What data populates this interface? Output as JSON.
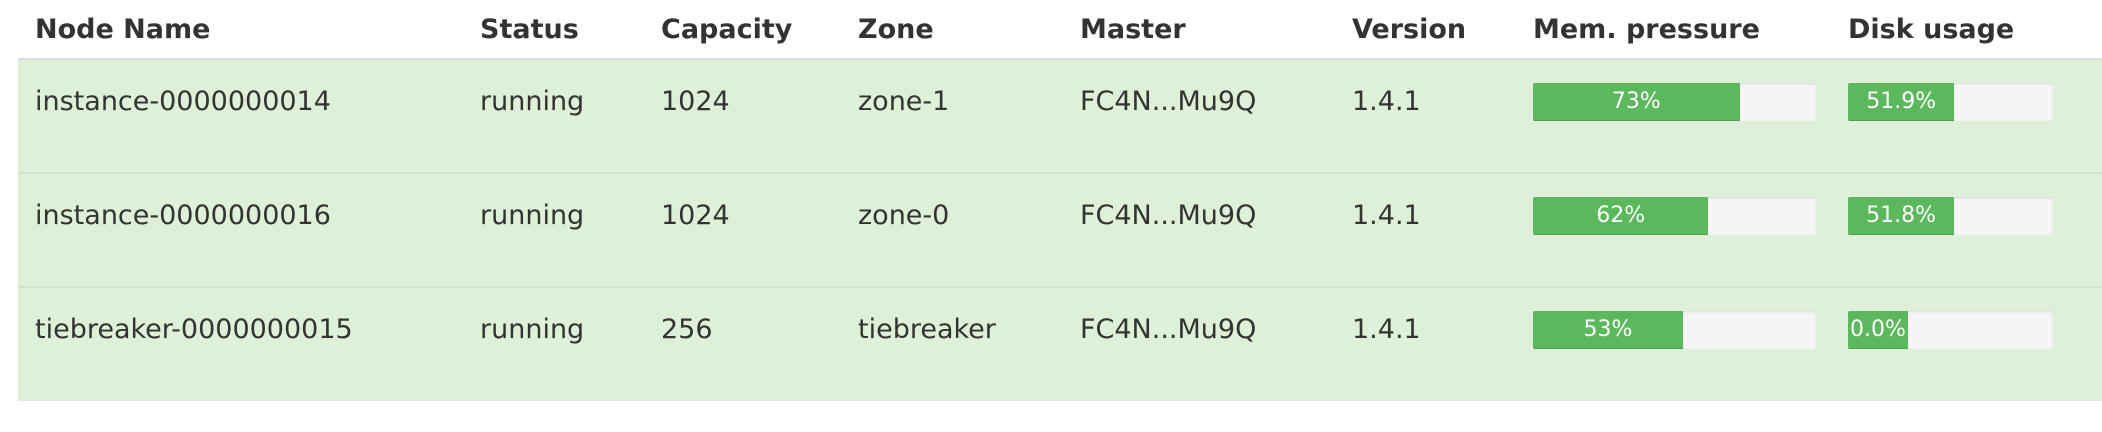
{
  "columns": {
    "node_name": "Node Name",
    "status": "Status",
    "capacity": "Capacity",
    "zone": "Zone",
    "master": "Master",
    "version": "Version",
    "mem_pressure": "Mem. pressure",
    "disk_usage": "Disk usage"
  },
  "rows": [
    {
      "node_name": "instance-0000000014",
      "status": "running",
      "capacity": "1024",
      "zone": "zone-1",
      "master": "FC4N...Mu9Q",
      "version": "1.4.1",
      "mem_pressure_label": "73%",
      "mem_pressure": 0.73,
      "disk_usage_label": "51.9%",
      "disk_usage": 0.519
    },
    {
      "node_name": "instance-0000000016",
      "status": "running",
      "capacity": "1024",
      "zone": "zone-0",
      "master": "FC4N...Mu9Q",
      "version": "1.4.1",
      "mem_pressure_label": "62%",
      "mem_pressure": 0.62,
      "disk_usage_label": "51.8%",
      "disk_usage": 0.518
    },
    {
      "node_name": "tiebreaker-0000000015",
      "status": "running",
      "capacity": "256",
      "zone": "tiebreaker",
      "master": "FC4N...Mu9Q",
      "version": "1.4.1",
      "mem_pressure_label": "53%",
      "mem_pressure": 0.53,
      "disk_usage_label": "0.0%",
      "disk_usage": 0.0
    }
  ],
  "colors": {
    "row_success_bg": "#dff0d8",
    "progress_fill": "#5cb85c",
    "progress_track": "#f5f5f5",
    "text": "#333333"
  }
}
